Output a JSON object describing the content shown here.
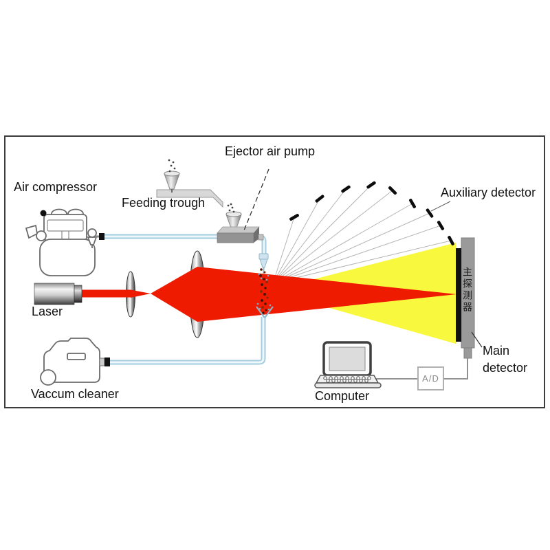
{
  "figure": {
    "labels": {
      "ejector_air_pump": "Ejector air pump",
      "air_compressor": "Air compressor",
      "feeding_trough": "Feeding trough",
      "laser": "Laser",
      "vacuum_cleaner": "Vaccum cleaner",
      "auxiliary_detector": "Auxiliary detector",
      "main_detector_line1": "Main",
      "main_detector_line2": "detector",
      "main_detector_vertical_cn": "主探测器",
      "computer": "Computer",
      "ad_box": "A/D"
    },
    "colors": {
      "beam-red": "#ee1b00",
      "scatter-yellow": "#f8f83e",
      "tube-blue": "#a5cde0",
      "tube-core": "#eef8fc",
      "detector-gray": "#9a9a9a",
      "detector-strip": "#111111",
      "wire-gray": "#909090",
      "frame-border": "#3c3c3c"
    }
  }
}
